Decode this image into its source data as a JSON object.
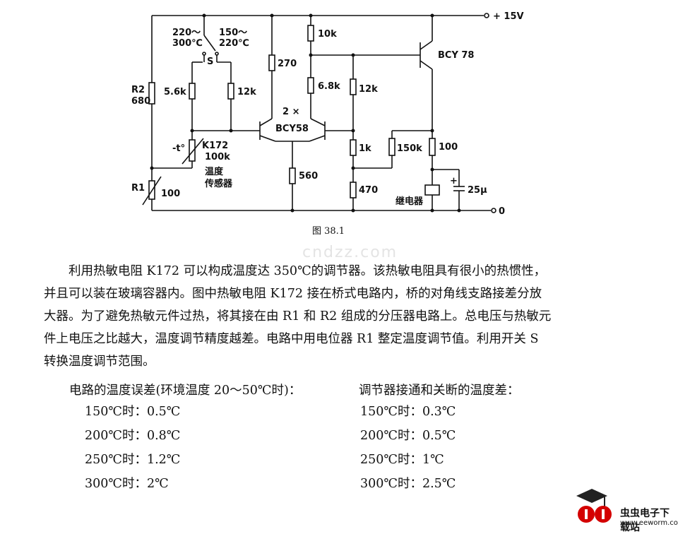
{
  "schematic": {
    "supply": "+ 15V",
    "ground": "0",
    "switch_left": [
      "220～",
      "300℃"
    ],
    "switch_right": [
      "150～",
      "220℃"
    ],
    "switch_name": "S",
    "r2_name": "R2",
    "r2_value": "680",
    "r_56k": "5.6k",
    "r_12k_a": "12k",
    "r_270": "270",
    "r_10k": "10k",
    "r_68k": "6.8k",
    "r_12k_b": "12k",
    "transistor_pair": [
      "2 ×",
      "BCY58"
    ],
    "transistor_out": "BCY 78",
    "therm_sign": "-t°",
    "therm_name": "K172",
    "therm_value": "100k",
    "sensor_label": [
      "温度",
      "传感器"
    ],
    "r1_name": "R1",
    "r1_value": "100",
    "r_560": "560",
    "r_1k": "1k",
    "r_150k": "150k",
    "r_100": "100",
    "r_470": "470",
    "relay": "继电器",
    "cap_value": "25μ",
    "cap_plus": "+"
  },
  "caption": "图 38.1",
  "watermark": "cndzz.com",
  "paragraph": {
    "l1": "利用热敏电阻 K172 可以构成温度达 350℃的调节器。该热敏电阻具有很小的热惯性，",
    "l2": "并且可以装在玻璃容器内。图中热敏电阻 K172 接在桥式电路内，桥的对角线支路接差分放",
    "l3": "大器。为了避免热敏元件过热，将其接在由 R1 和 R2 组成的分压器电路上。总电压与热敏元",
    "l4": "件上电压之比越大，温度调节精度越差。电路中用电位器 R1 整定温度调节值。利用开关 S",
    "l5": "转换温度调节范围。"
  },
  "error_heading": "电路的温度误差(环境温度 20～50℃时)：",
  "diff_heading": "调节器接通和关断的温度差：",
  "errors": [
    "150℃时：0.5℃",
    "200℃时：0.8℃",
    "250℃时：1.2℃",
    "300℃时：2℃"
  ],
  "diffs": [
    "150℃时：0.3℃",
    "200℃时：0.5℃",
    "250℃时：1℃",
    "300℃时：2.5℃"
  ],
  "logo": {
    "name": "虫虫电子下载站",
    "url": "www.eeworm.com"
  }
}
